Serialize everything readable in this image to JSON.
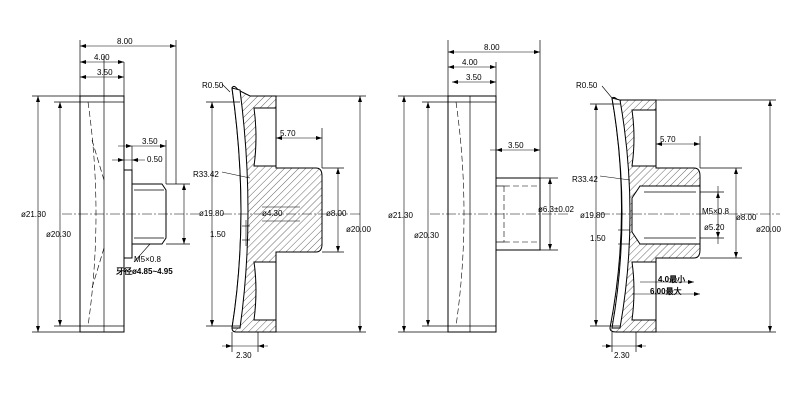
{
  "views": {
    "v1": {
      "d_8_00": "8.00",
      "d_4_00": "4.00",
      "d_3_50_top": "3.50",
      "d_3_50_right": "3.50",
      "d_0_50": "0.50",
      "d_21_30": "ø21.30",
      "d_20_30": "ø20.30",
      "d_thread": "M5×0.8",
      "d_minor": "牙径ø4.85~4.95"
    },
    "v2": {
      "d_r050": "R0.50",
      "d_r3342": "R33.42",
      "d_5_70": "5.70",
      "d_19_80": "ø19.80",
      "d_4_30": "ø4.30",
      "d_1_50": "1.50",
      "d_8_00": "ø8.00",
      "d_20_00": "ø20.00",
      "d_2_30": "2.30"
    },
    "v3": {
      "d_8_00": "8.00",
      "d_4_00": "4.00",
      "d_3_50_top": "3.50",
      "d_3_50_right": "3.50",
      "d_21_30": "ø21.30",
      "d_20_30": "ø20.30",
      "d_6_3": "ø6.3±0.02"
    },
    "v4": {
      "d_r050": "R0.50",
      "d_r3342": "R33.42",
      "d_5_70": "5.70",
      "d_19_80": "ø19.80",
      "d_1_50": "1.50",
      "d_thread": "M5×0.8",
      "d_5_20": "ø5.20",
      "d_8_00": "ø8.00",
      "d_20_00": "ø20.00",
      "d_4_min": "4.0最小",
      "d_6_max": "6.00最大",
      "d_2_30": "2.30"
    }
  }
}
